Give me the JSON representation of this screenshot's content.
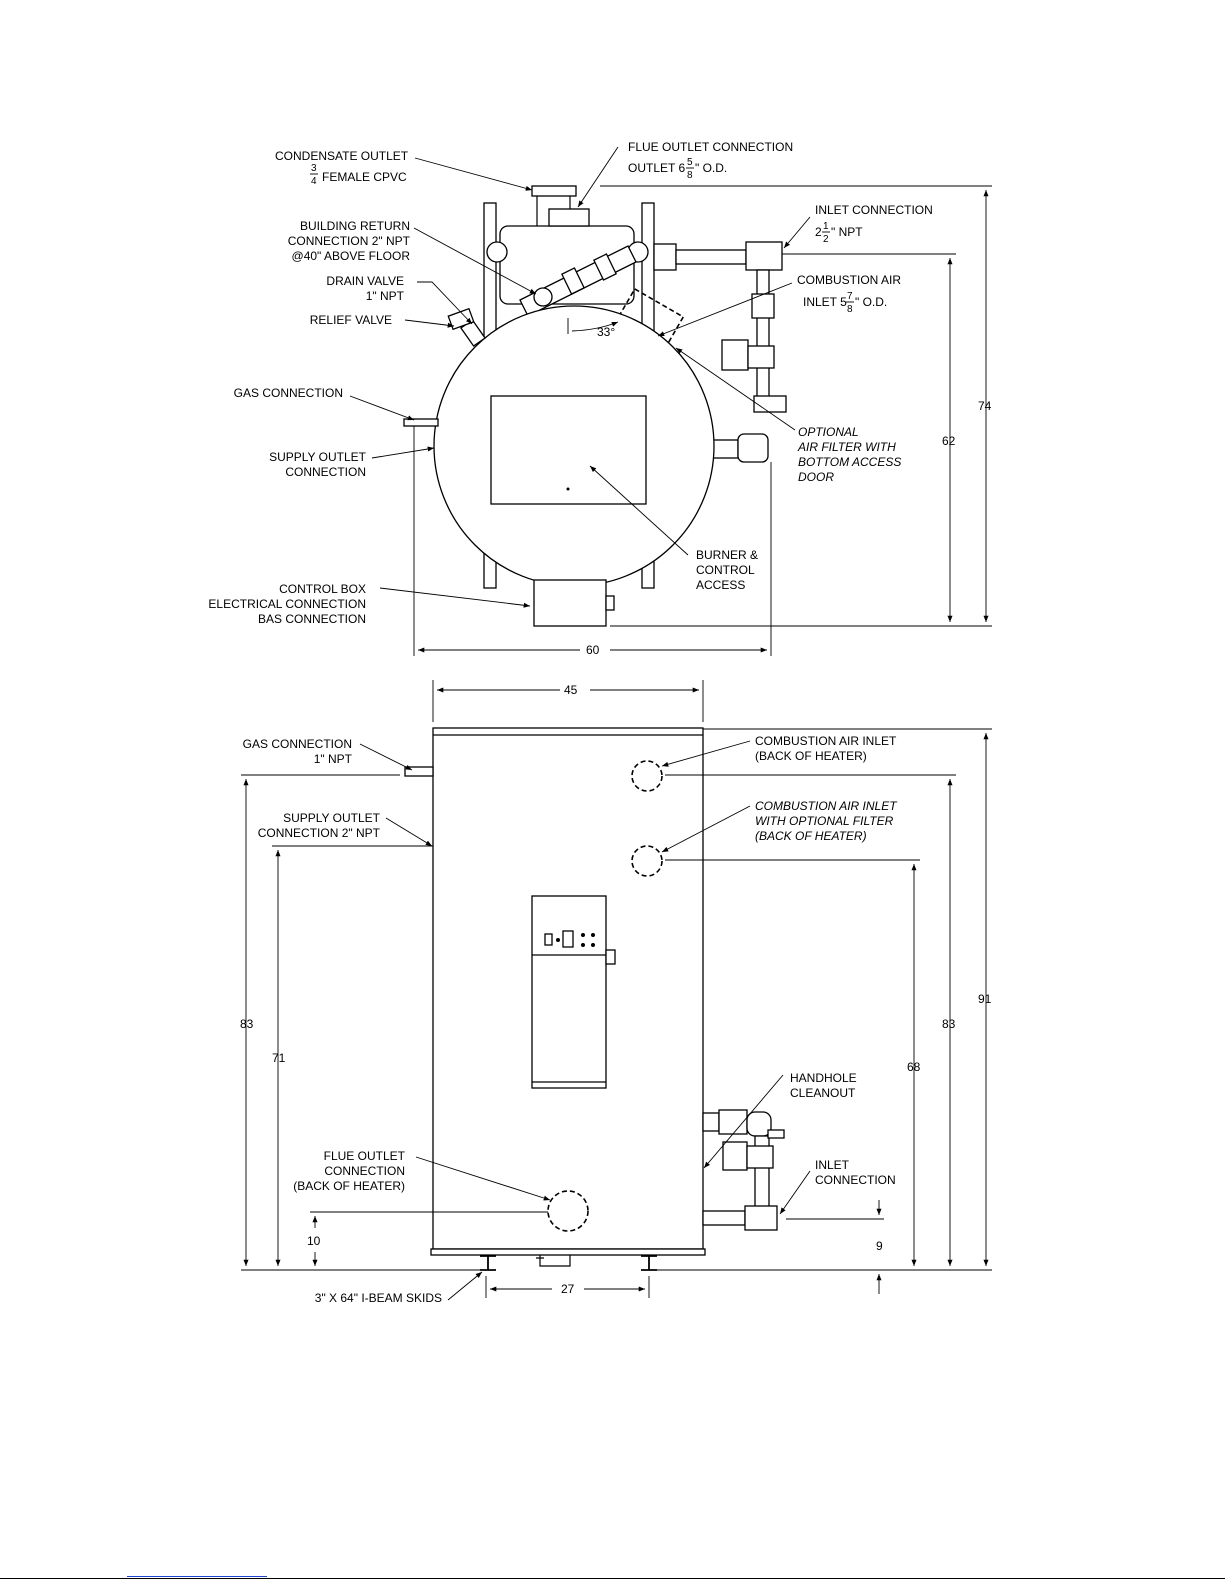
{
  "front_view": {
    "labels": {
      "condensate_outlet": [
        "CONDENSATE OUTLET",
        "FEMALE CPVC"
      ],
      "condensate_fraction": [
        "3",
        "4"
      ],
      "flue_outlet": [
        "FLUE OUTLET CONNECTION",
        "OUTLET 6",
        "\" O.D."
      ],
      "flue_fraction": [
        "5",
        "8"
      ],
      "inlet_connection": [
        "INLET CONNECTION",
        "2",
        "\" NPT"
      ],
      "inlet_fraction": [
        "1",
        "2"
      ],
      "building_return": [
        "BUILDING RETURN",
        "CONNECTION 2\" NPT",
        "@40\" ABOVE FLOOR"
      ],
      "drain_valve": [
        "DRAIN VALVE",
        "1\" NPT"
      ],
      "relief_valve": "RELIEF VALVE",
      "combustion_air": [
        "COMBUSTION AIR",
        "INLET 5",
        "\" O.D."
      ],
      "combustion_fraction": [
        "7",
        "8"
      ],
      "angle": "33°",
      "gas_connection": "GAS CONNECTION",
      "supply_outlet": [
        "SUPPLY OUTLET",
        "CONNECTION"
      ],
      "optional_filter": [
        "OPTIONAL",
        "AIR FILTER WITH",
        "BOTTOM ACCESS",
        "DOOR"
      ],
      "burner_access": [
        "BURNER &",
        "CONTROL",
        "ACCESS"
      ],
      "control_box": [
        "CONTROL BOX",
        "ELECTRICAL CONNECTION",
        "BAS CONNECTION"
      ]
    },
    "dimensions": {
      "overall_height": "74",
      "inlet_height": "62",
      "width": "60"
    }
  },
  "side_view": {
    "labels": {
      "gas_connection": [
        "GAS CONNECTION",
        "1\" NPT"
      ],
      "supply_outlet": [
        "SUPPLY OUTLET",
        "CONNECTION 2\" NPT"
      ],
      "combustion_air_inlet": [
        "COMBUSTION AIR INLET",
        "(BACK OF HEATER)"
      ],
      "combustion_air_filter": [
        "COMBUSTION AIR INLET",
        "WITH OPTIONAL FILTER",
        "(BACK OF HEATER)"
      ],
      "handhole": [
        "HANDHOLE",
        "CLEANOUT"
      ],
      "inlet_connection": [
        "INLET",
        "CONNECTION"
      ],
      "flue_outlet": [
        "FLUE OUTLET",
        "CONNECTION",
        "(BACK OF HEATER)"
      ],
      "skids": "3\" X 64\" I-BEAM SKIDS"
    },
    "dimensions": {
      "width": "45",
      "gas_height": "83",
      "supply_height": "71",
      "flue_height": "10",
      "overall_height": "91",
      "air_inlet_height": "83",
      "air_filter_height": "68",
      "inlet_height": "9",
      "skid_spacing": "27"
    }
  }
}
